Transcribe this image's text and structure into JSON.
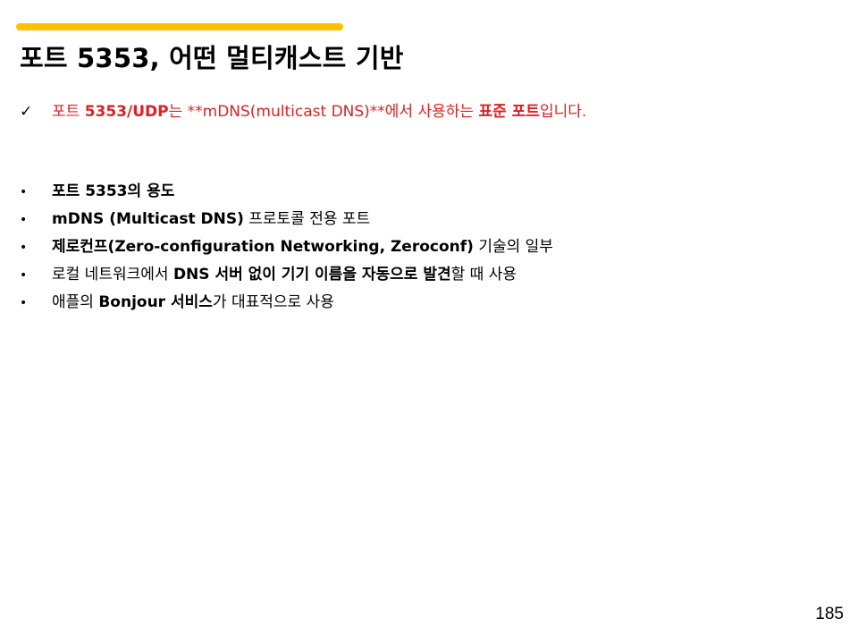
{
  "slide": {
    "title": "포트 5353, 어떤 멀티캐스트 기반",
    "page_number": "185",
    "accent_color": "#ffc000",
    "highlight_color": "#e02020"
  },
  "highlight": {
    "check_glyph": "✓",
    "parts": [
      {
        "text": "포트 ",
        "bold": false
      },
      {
        "text": "5353/UDP",
        "bold": true
      },
      {
        "text": "는 **mDNS(multicast DNS)**에서 사용하는 ",
        "bold": false
      },
      {
        "text": "표준 포트",
        "bold": true
      },
      {
        "text": "입니다.",
        "bold": false
      }
    ]
  },
  "bullets": [
    {
      "parts": [
        {
          "text": "포트 5353의 용도",
          "bold": true
        }
      ]
    },
    {
      "parts": [
        {
          "text": "mDNS (Multicast DNS)",
          "bold": true
        },
        {
          "text": " 프로토콜 전용 포트",
          "bold": false
        }
      ]
    },
    {
      "parts": [
        {
          "text": "제로컨프(Zero-configuration Networking, Zeroconf)",
          "bold": true
        },
        {
          "text": " 기술의 일부",
          "bold": false
        }
      ]
    },
    {
      "parts": [
        {
          "text": "로컬 네트워크에서 ",
          "bold": false
        },
        {
          "text": "DNS 서버 없이 기기 이름을 자동으로 발견",
          "bold": true
        },
        {
          "text": "할 때 사용",
          "bold": false
        }
      ]
    },
    {
      "parts": [
        {
          "text": "애플의 ",
          "bold": false
        },
        {
          "text": "Bonjour 서비스",
          "bold": true
        },
        {
          "text": "가 대표적으로 사용",
          "bold": false
        }
      ]
    }
  ]
}
